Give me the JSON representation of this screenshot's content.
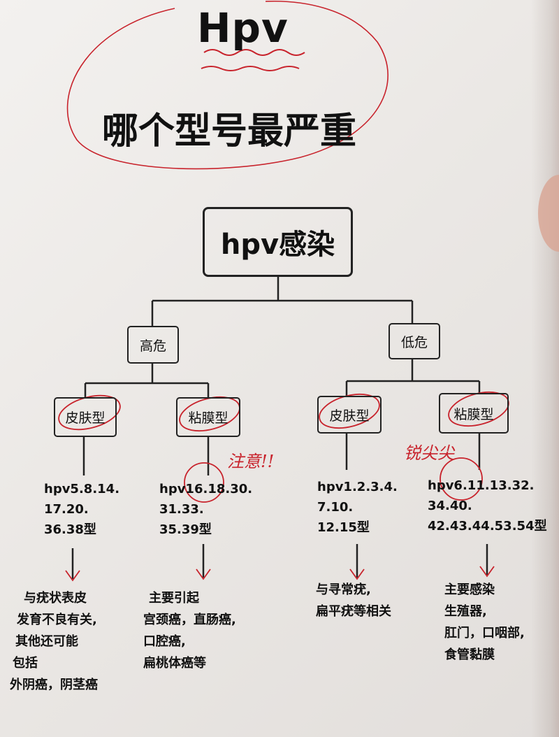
{
  "title": "Hpv",
  "subtitle": "哪个型号最严重",
  "root": "hpv感染",
  "branches": [
    {
      "label": "高危",
      "children": [
        {
          "label": "皮肤型",
          "types": [
            "hpv5.8.14.",
            "17.20.",
            "36.38型"
          ],
          "desc": [
            "与疣状表皮",
            "发育不良有关,",
            "其他还可能",
            "包括",
            "外阴癌，阴茎癌"
          ]
        },
        {
          "label": "粘膜型",
          "types": [
            "hpv16.18.30.",
            "31.33.",
            "35.39型"
          ],
          "desc": [
            "主要引起",
            "宫颈癌，直肠癌,",
            "口腔癌,",
            "扁桃体癌等"
          ]
        }
      ]
    },
    {
      "label": "低危",
      "children": [
        {
          "label": "皮肤型",
          "types": [
            "hpv1.2.3.4.",
            "7.10.",
            "12.15型"
          ],
          "desc": [
            "与寻常疣,",
            "扁平疣等相关"
          ]
        },
        {
          "label": "粘膜型",
          "types": [
            "hpv6.11.13.32.",
            "34.40.",
            "42.43.44.53.54型"
          ],
          "desc": [
            "主要感染",
            "生殖器,",
            "肛门，口咽部,",
            "食管黏膜"
          ]
        }
      ]
    }
  ],
  "annotations": {
    "note_high": "注意!!",
    "note_low": "锐尖尖"
  },
  "colors": {
    "ink": "#111111",
    "annotation": "#c8232c",
    "paper": "#eeebe8"
  }
}
